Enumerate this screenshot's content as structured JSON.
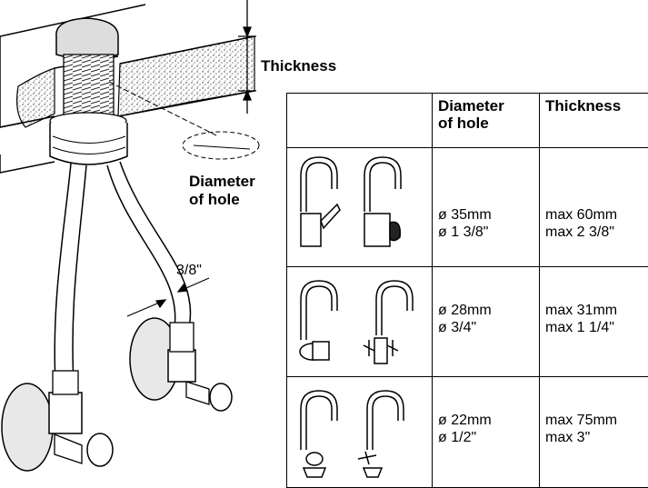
{
  "labels": {
    "thickness": "Thickness",
    "diameter_line1": "Diameter",
    "diameter_line2": "of hole",
    "pipe_size": "3/8\""
  },
  "table": {
    "headers": [
      {
        "line1": "Diameter",
        "line2": "of hole"
      },
      {
        "line1": "Thickness",
        "line2": ""
      }
    ],
    "rows": [
      {
        "faucet_icons": [
          "single-lever-mixer-icon",
          "single-lever-side-mixer-icon"
        ],
        "diameter": [
          "ø 35mm",
          "ø 1 3/8\""
        ],
        "thickness": [
          "max 60mm",
          "max 2 3/8\""
        ]
      },
      {
        "faucet_icons": [
          "knob-handle-mixer-icon",
          "cross-handle-mixer-icon"
        ],
        "diameter": [
          "ø 28mm",
          "ø 3/4\""
        ],
        "thickness": [
          "max 31mm",
          "max 1 1/4\""
        ]
      },
      {
        "faucet_icons": [
          "knob-tap-icon",
          "cross-handle-tap-icon"
        ],
        "diameter": [
          "ø 22mm",
          "ø 1/2\""
        ],
        "thickness": [
          "max 75mm",
          "max 3\""
        ]
      }
    ]
  }
}
